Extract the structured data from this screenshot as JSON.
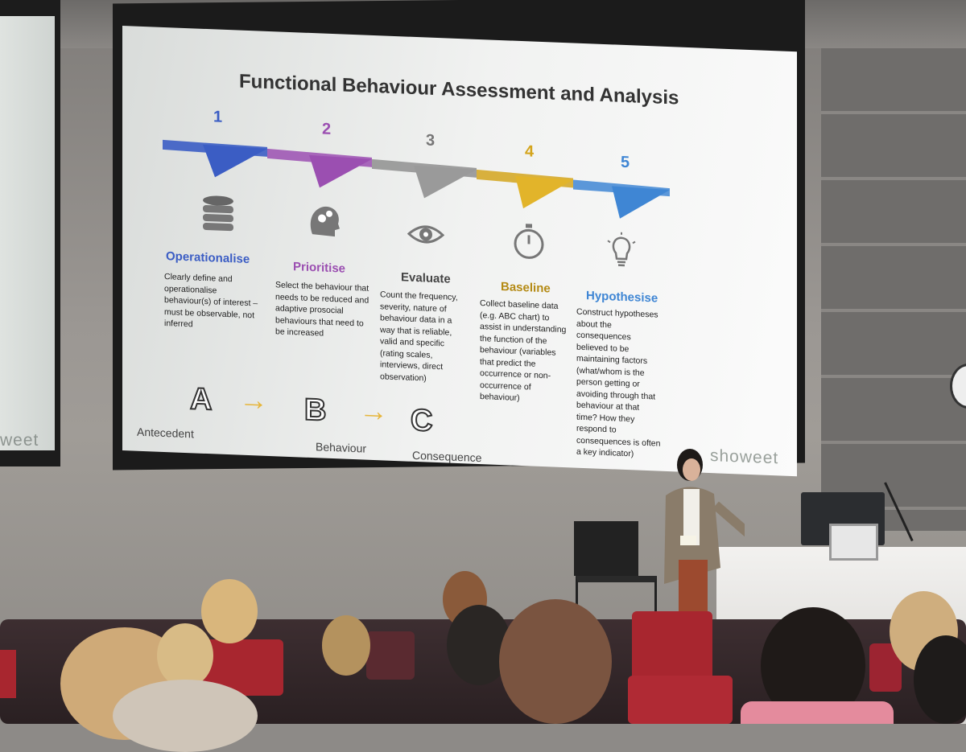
{
  "slide": {
    "title": "Functional Behaviour Assessment and Analysis",
    "steps": [
      {
        "number": "1",
        "title": "Operationalise",
        "icon": "database-icon",
        "color": "#3b5dc4",
        "description": "Clearly define and operationalise behaviour(s) of interest – must be observable, not inferred"
      },
      {
        "number": "2",
        "title": "Prioritise",
        "icon": "head-gears-icon",
        "color": "#9b4fb1",
        "description": "Select the behaviour that needs to be reduced and adaptive prosocial behaviours that need to be increased"
      },
      {
        "number": "3",
        "title": "Evaluate",
        "icon": "eye-icon",
        "color": "#8f8f8f",
        "description": "Count the frequency, severity, nature of behaviour data in a way that is reliable, valid and specific (rating scales, interviews, direct observation)"
      },
      {
        "number": "4",
        "title": "Baseline",
        "icon": "stopwatch-icon",
        "color": "#d4a51d",
        "description": "Collect baseline data (e.g. ABC chart) to assist in understanding the function of the behaviour (variables that predict the occurrence or non-occurrence of behaviour)"
      },
      {
        "number": "5",
        "title": "Hypothesise",
        "icon": "lightbulb-icon",
        "color": "#3f86d4",
        "description": "Construct hypotheses about the consequences believed to be maintaining factors (what/whom is the person getting or avoiding through that behaviour at that time? How they respond to consequences is often a key indicator)"
      }
    ],
    "abc": {
      "letters": [
        "A",
        "B",
        "C"
      ],
      "labels": [
        "Antecedent",
        "Behaviour",
        "Consequence"
      ]
    },
    "brand": "showeet"
  },
  "left_screen": {
    "brand": "weet"
  },
  "colors": {
    "arrow": "#e6b63c",
    "chairs": "#9c2431"
  }
}
